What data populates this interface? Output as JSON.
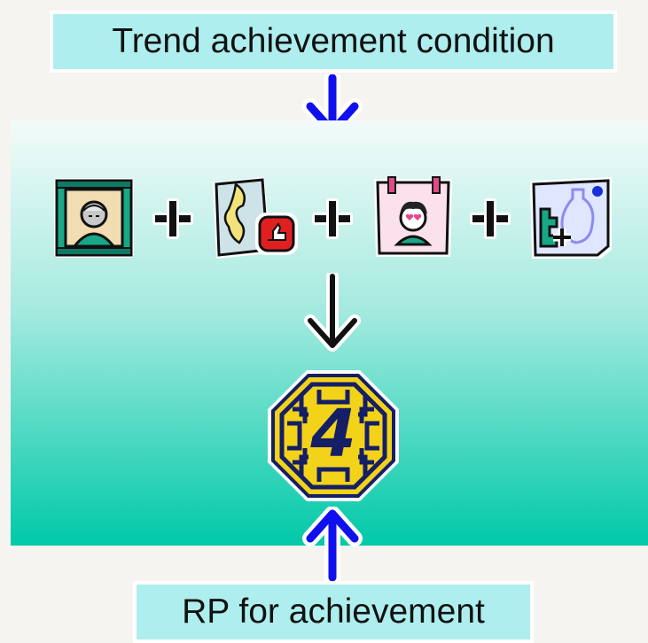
{
  "labels": {
    "top": "Trend achievement condition",
    "bottom": "RP for achievement"
  },
  "rp_value": "4",
  "icons": [
    "elder-portrait-icon",
    "map-like-icon",
    "fan-poster-icon",
    "puzzle-vase-icon"
  ],
  "colors": {
    "label_bg": "#aeeeee",
    "blue_arrow": "#1010ee",
    "panel_top": "#f3fbfa",
    "panel_bottom": "#00c9a8",
    "badge_navy": "#141f66",
    "badge_yellow": "#f3d21a"
  }
}
